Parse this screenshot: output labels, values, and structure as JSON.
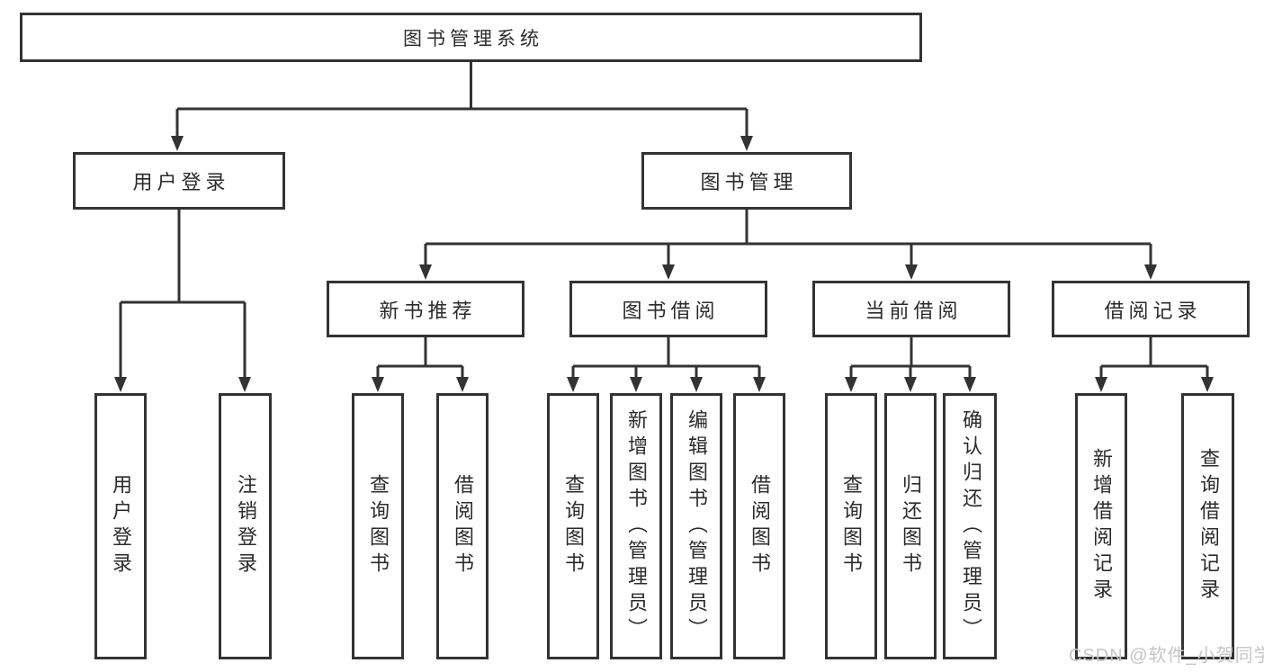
{
  "tree": {
    "label": "图书管理系统",
    "children": [
      {
        "label": "用户登录",
        "children": [
          {
            "label": "用户登录"
          },
          {
            "label": "注销登录"
          }
        ]
      },
      {
        "label": "图书管理",
        "children": [
          {
            "label": "新书推荐",
            "children": [
              {
                "label": "查询图书"
              },
              {
                "label": "借阅图书"
              }
            ]
          },
          {
            "label": "图书借阅",
            "children": [
              {
                "label": "查询图书"
              },
              {
                "label": "新增图书（管理员）"
              },
              {
                "label": "编辑图书（管理员）"
              },
              {
                "label": "借阅图书"
              }
            ]
          },
          {
            "label": "当前借阅",
            "children": [
              {
                "label": "查询图书"
              },
              {
                "label": "归还图书"
              },
              {
                "label": "确认归还（管理员）"
              }
            ]
          },
          {
            "label": "借阅记录",
            "children": [
              {
                "label": "新增借阅记录"
              },
              {
                "label": "查询借阅记录"
              }
            ]
          }
        ]
      }
    ]
  },
  "watermark": {
    "text": "CSDN @软件_小贺同学"
  },
  "colors": {
    "line": "#333333",
    "box_border": "#333333",
    "text": "#2b2b2b",
    "watermark": "#c6c6c6",
    "background": "#ffffff"
  }
}
